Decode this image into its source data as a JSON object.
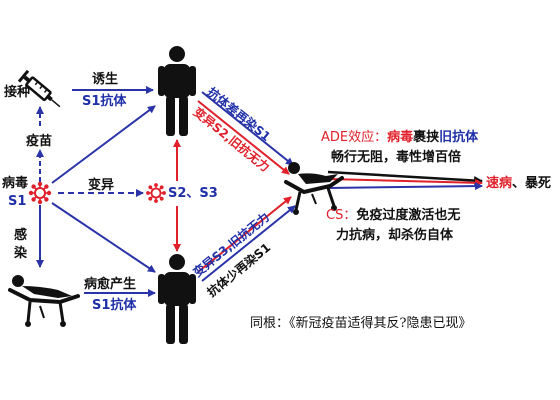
{
  "colors": {
    "blue": "#2a34a8",
    "red": "#e0202a",
    "dark": "#111111",
    "label_blue": "#1f2fa8"
  },
  "icons": [
    "syringe-icon",
    "virus-icon",
    "person-icon",
    "patient-lying-icon",
    "hospital-bed-icon"
  ],
  "labels": {
    "vaccinate": "接种",
    "vaccine": "疫苗",
    "virus": "病毒",
    "s1": "S1",
    "infect_1": "感",
    "infect_2": "染",
    "induce": "诱生",
    "s1_antibody_top": "S1抗体",
    "mutate": "变异",
    "s2_s3": "S2、S3",
    "recovery": "病愈产生",
    "s1_antibody_bottom": "S1抗体",
    "top_arrow_label": "抗体差再染S1",
    "top_arrow_label_2": "变异S2,旧抗无力",
    "bottom_arrow_label": "变异S3,旧抗无力",
    "bottom_arrow_label_2": "抗体少再染S1"
  },
  "ade": {
    "prefix": "ADE效应：",
    "virus_word": "病毒",
    "wrap_word": "裹挟",
    "old_antibody": "旧抗体",
    "line2": "畅行无阻，毒性增百倍",
    "fast_disease": "速病",
    "death": "、暴死"
  },
  "cs": {
    "prefix": "CS：",
    "line1": "免疫过度激活也无",
    "line2": "力抗病，却杀伤自体"
  },
  "source": "同根：《新冠疫苗适得其反?隐患已现》"
}
